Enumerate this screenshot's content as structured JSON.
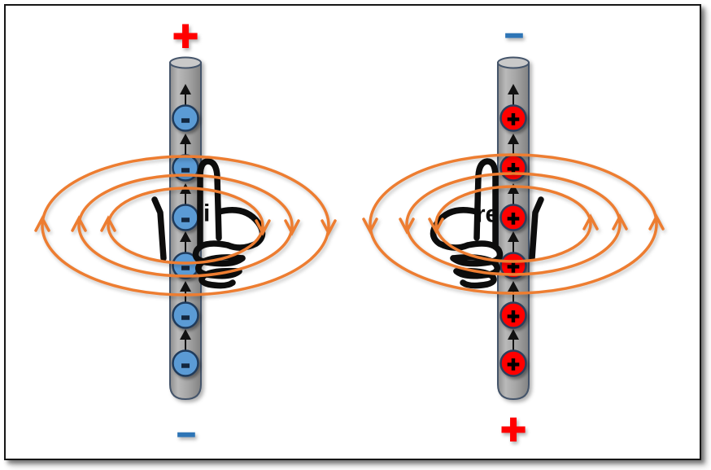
{
  "colors": {
    "field_line": "#ED7D31",
    "rod_fill": "#A6A6A6",
    "rod_border": "#44546A",
    "electron_fill": "#5B9BD5",
    "proton_fill": "#FF0000",
    "positive_terminal": "#FF0000",
    "negative_terminal": "#2E75B6",
    "hand_outline": "#0D0D0D",
    "arrow": "#111111"
  },
  "left_diagram": {
    "terminal_top": {
      "symbol": "+"
    },
    "terminal_bottom": {
      "symbol": "−"
    },
    "charges": {
      "symbol": "-",
      "count": 6
    },
    "hand_label": "li",
    "field_loops": 3
  },
  "right_diagram": {
    "terminal_top": {
      "symbol": "−"
    },
    "terminal_bottom": {
      "symbol": "+"
    },
    "charges": {
      "symbol": "+",
      "count": 6
    },
    "hand_label": "re",
    "field_loops": 3
  }
}
